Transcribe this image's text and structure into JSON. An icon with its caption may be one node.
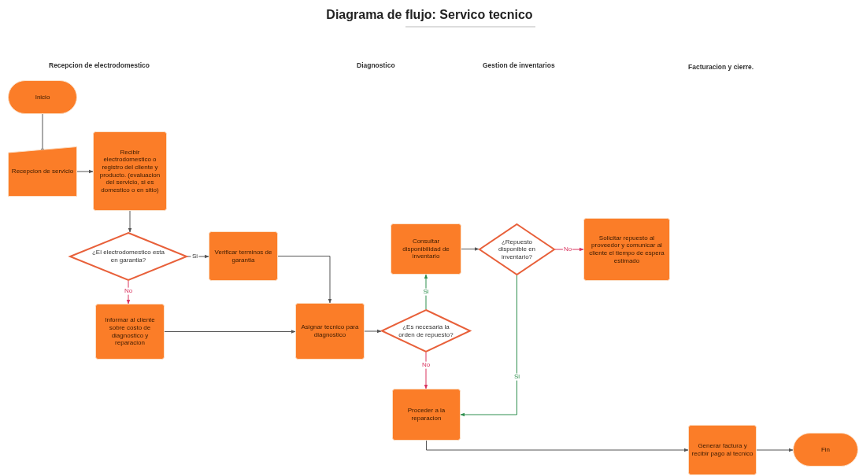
{
  "diagram": {
    "title": "Diagrama de flujo: Servico tecnico",
    "nodes": [
      {
        "text": [
          "Inicio"
        ]
      },
      {
        "text": [
          "Recepcion de servicio"
        ]
      },
      {
        "text": [
          "Recibir electrodomestico o registro del cliente y producto. (evaluacion del servicio, si es domestico o en sitio)"
        ]
      },
      {
        "text": [
          "¿El electrodomestico esta en garantia?"
        ]
      },
      {
        "text": [
          "Verificar terminos de garantia"
        ]
      },
      {
        "text": [
          "Informar al cliente sobre costo de diagnostico y reparacion"
        ]
      },
      {
        "text": [
          "Asignar tecnico para diagnostico"
        ]
      },
      {
        "text": [
          "¿Es necesaria la orden de repuesto?"
        ]
      },
      {
        "text": [
          "Consultar disponibilidad de inventario"
        ]
      },
      {
        "text": [
          "¿Repuesto disponible en inventario?"
        ]
      },
      {
        "text": [
          "Solicitar repuesto al proveedor y comunicar al cliente el tiempo de espera estimado"
        ]
      },
      {
        "text": [
          "Proceder a la reparacion"
        ]
      },
      {
        "text": [
          "Generar factura y recibir pago al tecnico"
        ]
      },
      {
        "text": [
          "Fin"
        ]
      }
    ],
    "edges": [
      {
        "from": 0,
        "to": 1,
        "arrow": "to"
      },
      {
        "from": 1,
        "to": 2,
        "arrow": "to"
      },
      {
        "from": 2,
        "to": 3,
        "arrow": "to"
      },
      {
        "from": 3,
        "to": 4,
        "arrow": "to",
        "label": "Si"
      },
      {
        "from": 3,
        "to": 5,
        "arrow": "to",
        "label": "No",
        "color": "#d9345f"
      },
      {
        "from": 4,
        "to": 6,
        "arrow": "to"
      },
      {
        "from": 5,
        "to": 6,
        "arrow": "to"
      },
      {
        "from": 6,
        "to": 7,
        "arrow": "to"
      },
      {
        "from": 7,
        "to": 8,
        "arrow": "to",
        "label": "Si",
        "color": "#2f8f4e"
      },
      {
        "from": 7,
        "to": 11,
        "arrow": "to",
        "label": "No",
        "color": "#d9345f"
      },
      {
        "from": 8,
        "to": 9,
        "arrow": "to"
      },
      {
        "from": 9,
        "to": 10,
        "arrow": "to",
        "label": "No",
        "color": "#d9345f"
      },
      {
        "from": 9,
        "to": 11,
        "arrow": "to",
        "label": "Si",
        "color": "#2f8f4e"
      },
      {
        "from": 11,
        "to": 12,
        "arrow": "to"
      },
      {
        "from": 12,
        "to": 13,
        "arrow": "to"
      }
    ],
    "labels": [
      "Recepcion de electrodomestico",
      "Diagnostico",
      "Gestion de inventarios",
      "Facturacion y cierre."
    ]
  }
}
